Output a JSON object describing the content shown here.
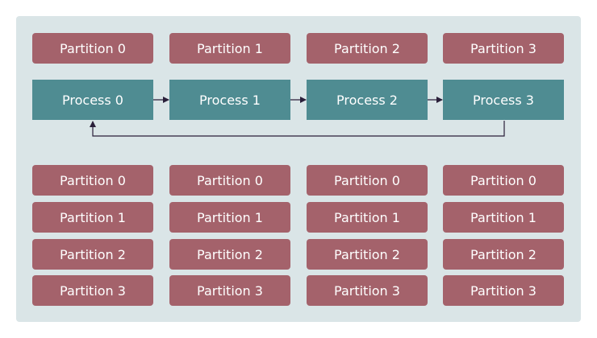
{
  "top_partitions": [
    "Partition 0",
    "Partition 1",
    "Partition 2",
    "Partition 3"
  ],
  "processes": [
    "Process 0",
    "Process 1",
    "Process 2",
    "Process 3"
  ],
  "partition_columns": [
    [
      "Partition 0",
      "Partition 1",
      "Partition 2",
      "Partition 3"
    ],
    [
      "Partition 0",
      "Partition 1",
      "Partition 2",
      "Partition 3"
    ],
    [
      "Partition 0",
      "Partition 1",
      "Partition 2",
      "Partition 3"
    ],
    [
      "Partition 0",
      "Partition 1",
      "Partition 2",
      "Partition 3"
    ]
  ],
  "colors": {
    "panel": "#dae5e7",
    "partition": "#a4626b",
    "process": "#4f8c92",
    "arrow": "#2a1f3a"
  }
}
